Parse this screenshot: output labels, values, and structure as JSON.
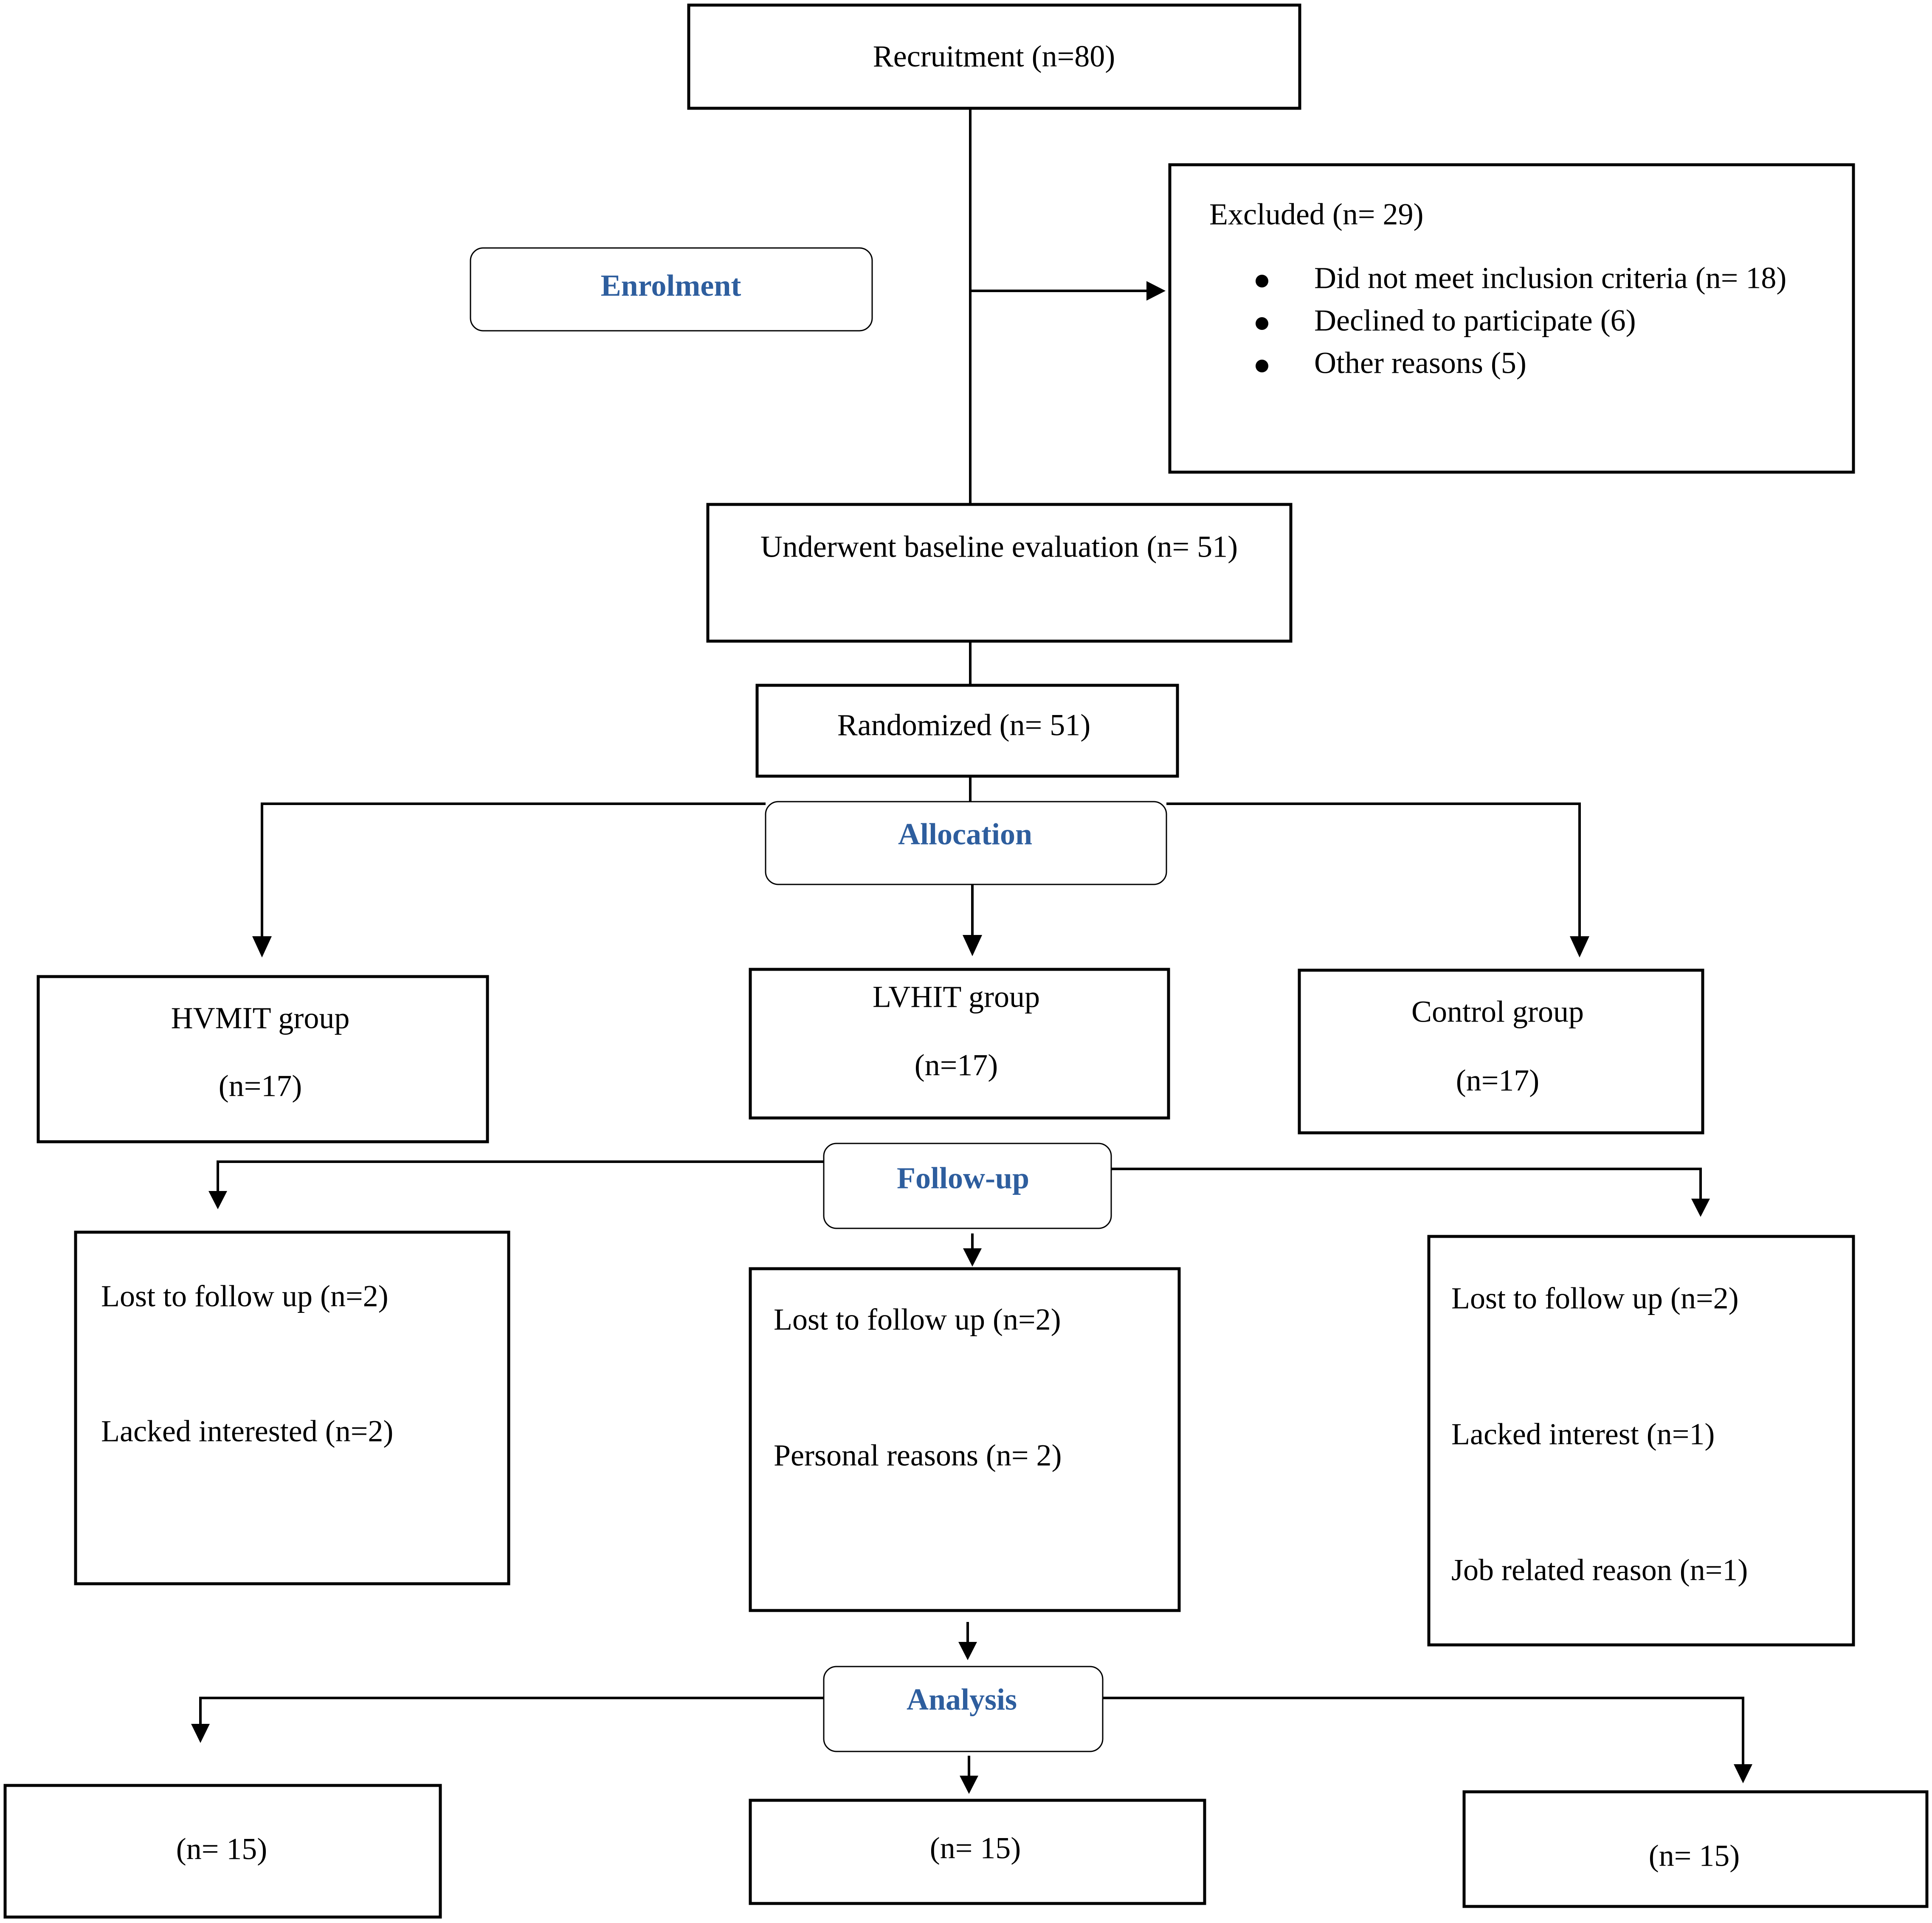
{
  "stages": {
    "enrolment": "Enrolment",
    "allocation": "Allocation",
    "follow_up": "Follow-up",
    "analysis": "Analysis"
  },
  "recruitment": "Recruitment (n=80)",
  "excluded": {
    "title": "Excluded (n= 29)",
    "items": [
      "Did not meet inclusion criteria (n= 18)",
      "Declined to participate (6)",
      "Other reasons (5)"
    ]
  },
  "baseline": "Underwent baseline evaluation (n= 51)",
  "randomized": "Randomized (n= 51)",
  "groups": [
    {
      "name": "HVMIT group",
      "n": "(n=17)"
    },
    {
      "name": "LVHIT group",
      "n": "(n=17)"
    },
    {
      "name": "Control group",
      "n": "(n=17)"
    }
  ],
  "follow_up": [
    {
      "lines": [
        "Lost to follow up (n=2)",
        "Lacked interested (n=2)"
      ]
    },
    {
      "lines": [
        "Lost to follow up (n=2)",
        "Personal reasons (n= 2)"
      ]
    },
    {
      "lines": [
        "Lost to follow up (n=2)",
        "Lacked interest (n=1)",
        "Job related reason (n=1)"
      ]
    }
  ],
  "analysis": [
    "(n= 15)",
    "(n= 15)",
    "(n= 15)"
  ]
}
